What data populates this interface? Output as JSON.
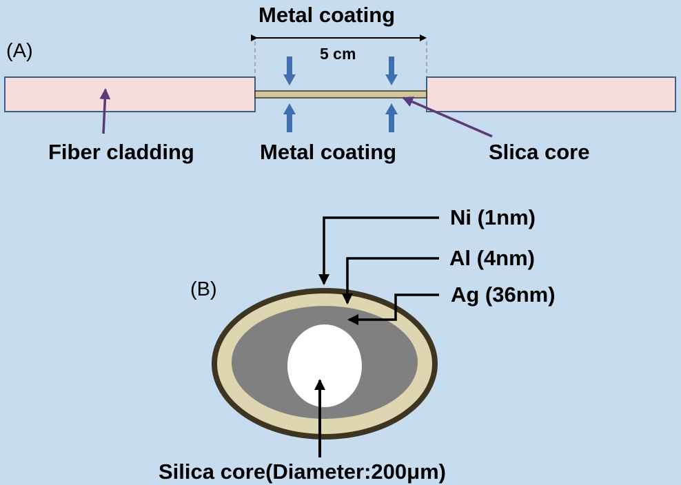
{
  "panels": {
    "a_label": "(A)",
    "b_label": "(B)"
  },
  "panel_a": {
    "metal_coating_top": "Metal coating",
    "length": "5 cm",
    "metal_coating_bottom": "Metal coating",
    "fiber_cladding": "Fiber cladding",
    "silica_core": "Slica core"
  },
  "panel_b": {
    "layer_ni": "Ni (1nm)",
    "layer_al": "Al (4nm)",
    "layer_ag": "Ag (36nm)",
    "core": "Silica core(Diameter:200μm)"
  },
  "colors": {
    "background": "#c7dcee",
    "cladding_fill": "#f6dcdc",
    "cladding_stroke": "#3b5f8a",
    "core_strip": "#d2c79c",
    "coating_arrow": "#3f6fae",
    "pointer_arrow": "#5a3a78",
    "ni_layer": "#3d3521",
    "al_layer": "#ddd6b0",
    "ag_layer": "#808080",
    "core_fill": "#ffffff"
  },
  "icons": {
    "coating_arrows": "down-arrow / up-arrow",
    "pointers": "arrow-pointer"
  }
}
